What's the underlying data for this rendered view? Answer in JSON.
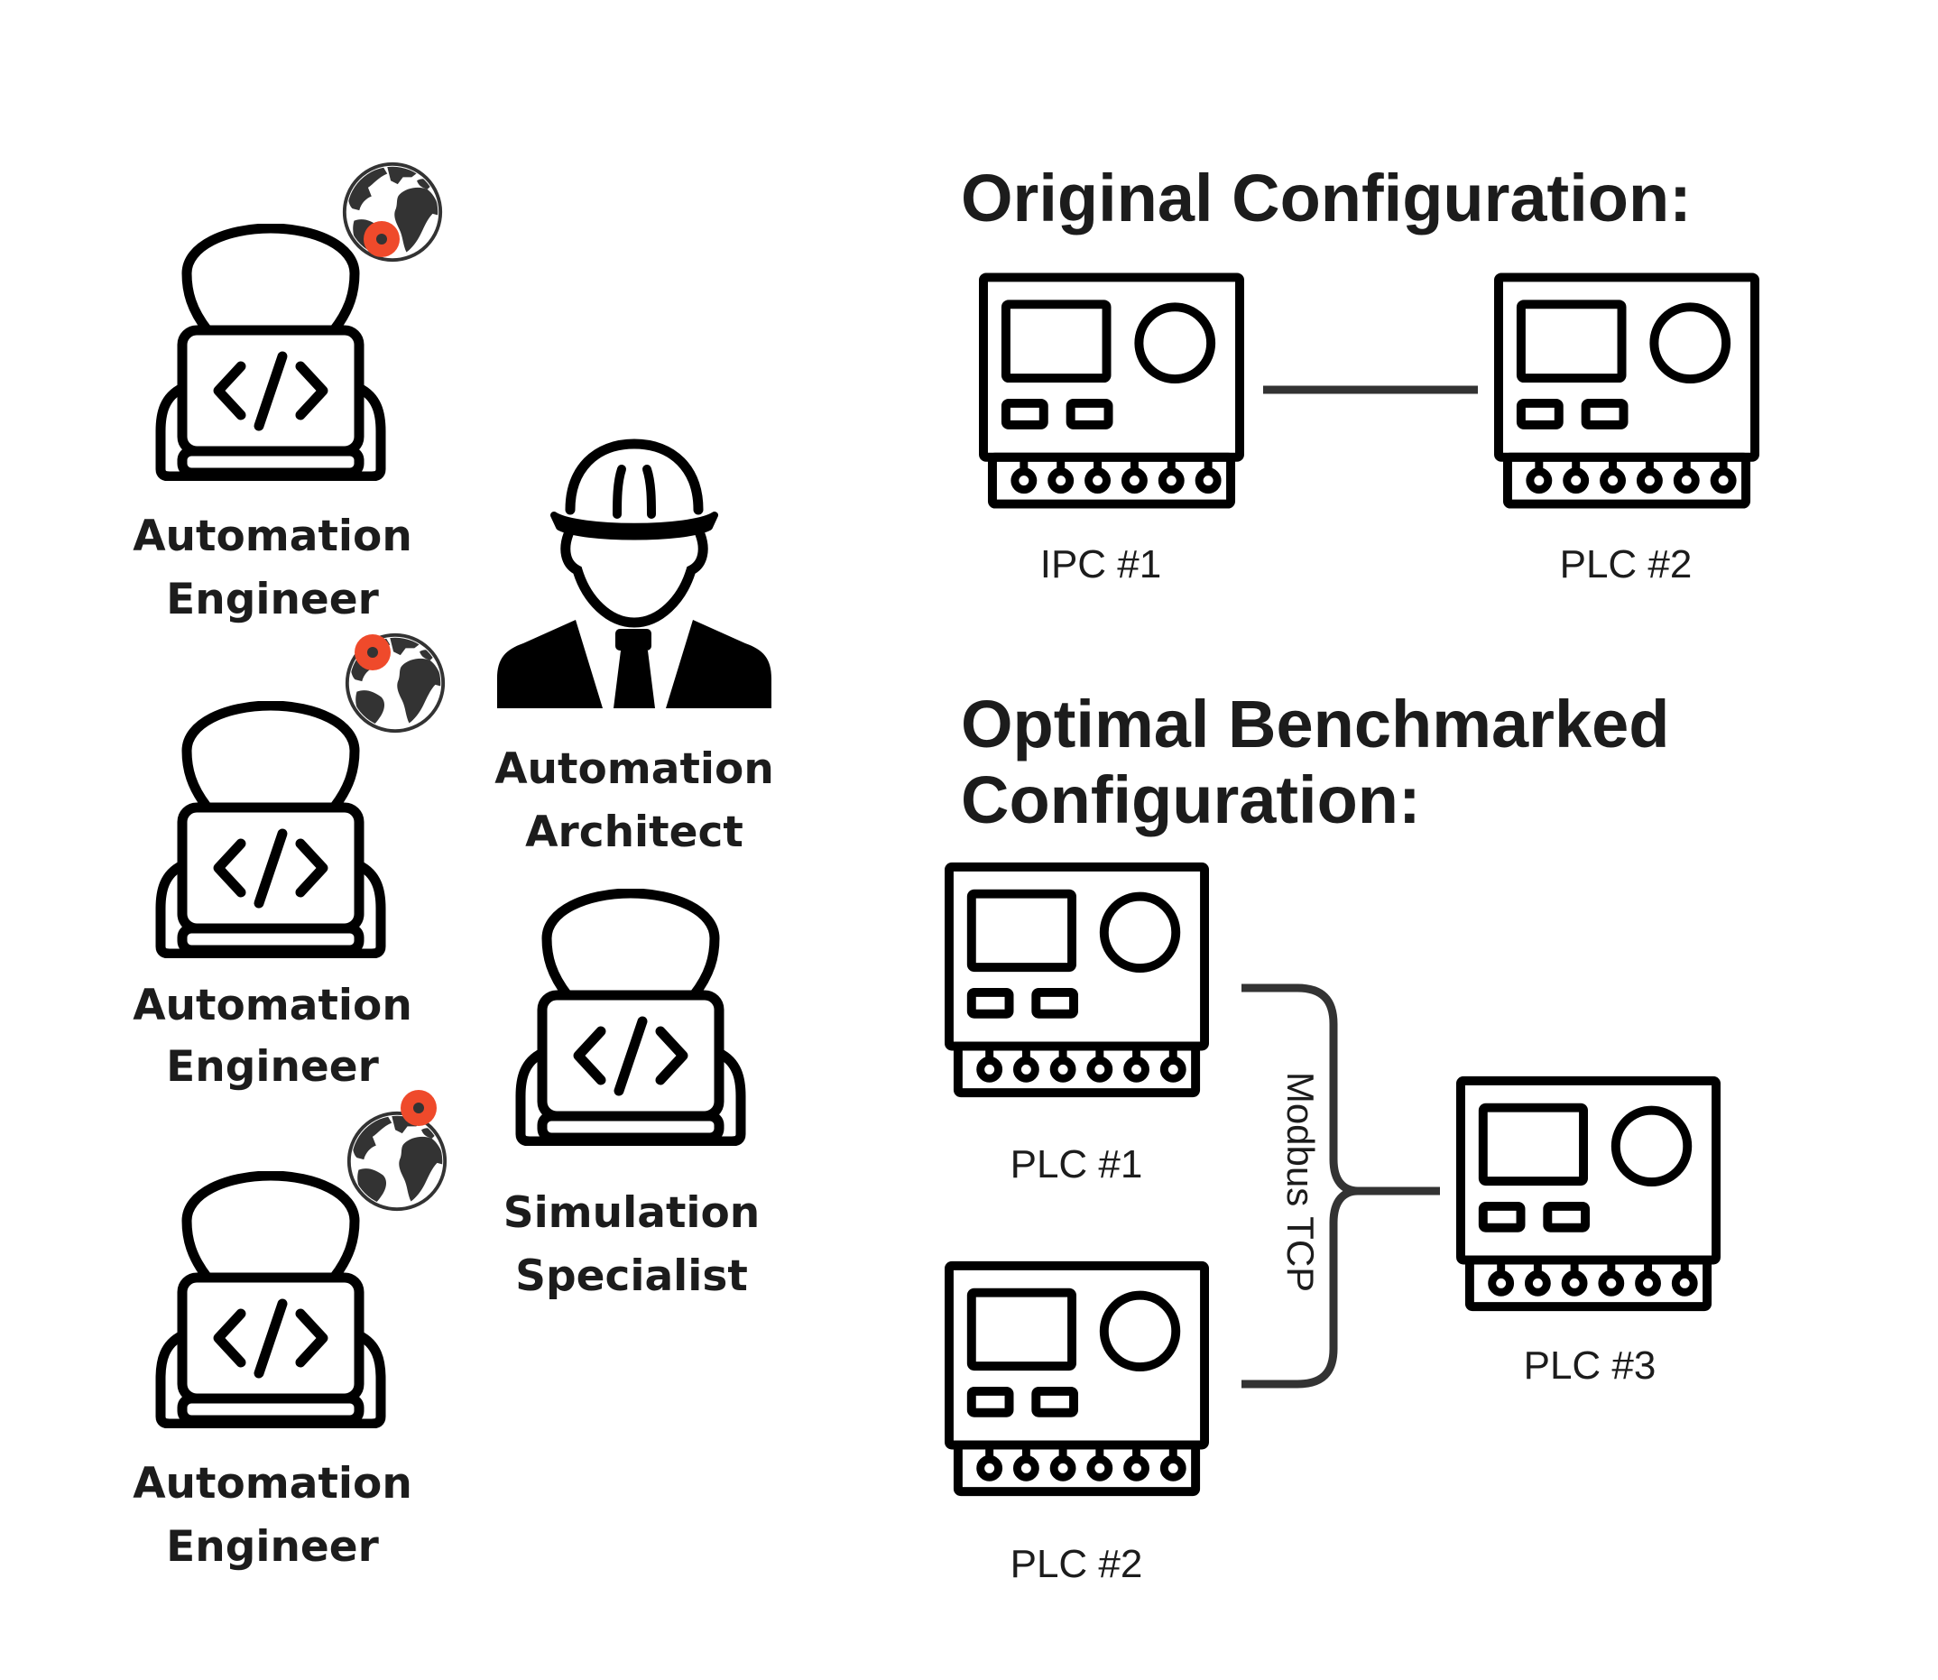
{
  "team": {
    "engineers": [
      {
        "title_line1": "Automation",
        "title_line2": "Engineer",
        "icon": "developer-laptop-icon",
        "location_badge": "globe-location-pin-icon"
      },
      {
        "title_line1": "Automation",
        "title_line2": "Engineer",
        "icon": "developer-laptop-icon",
        "location_badge": "globe-location-pin-icon"
      },
      {
        "title_line1": "Automation",
        "title_line2": "Engineer",
        "icon": "developer-laptop-icon",
        "location_badge": "globe-location-pin-icon"
      }
    ],
    "architect": {
      "title_line1": "Automation",
      "title_line2": "Architect",
      "icon": "hardhat-businessman-icon"
    },
    "specialist": {
      "title_line1": "Simulation",
      "title_line2": "Specialist",
      "icon": "developer-laptop-icon"
    }
  },
  "original_configuration": {
    "heading": "Original Configuration:",
    "devices": [
      {
        "label": "IPC #1",
        "icon": "controller-device-icon"
      },
      {
        "label": "PLC #2",
        "icon": "controller-device-icon"
      }
    ],
    "link": {
      "type": "direct-line"
    }
  },
  "optimal_configuration": {
    "heading_line1": "Optimal Benchmarked",
    "heading_line2": "Configuration:",
    "devices": [
      {
        "label": "PLC #1",
        "icon": "controller-device-icon"
      },
      {
        "label": "PLC #2",
        "icon": "controller-device-icon"
      },
      {
        "label": "PLC #3",
        "icon": "controller-device-icon"
      }
    ],
    "link": {
      "label": "Modbus TCP",
      "type": "bracket"
    }
  },
  "colors": {
    "icon": "#000000",
    "text": "#1c1c1c",
    "connector": "#333333",
    "globe": "#333333",
    "pin": "#ef4a2b",
    "background": "#ffffff"
  }
}
